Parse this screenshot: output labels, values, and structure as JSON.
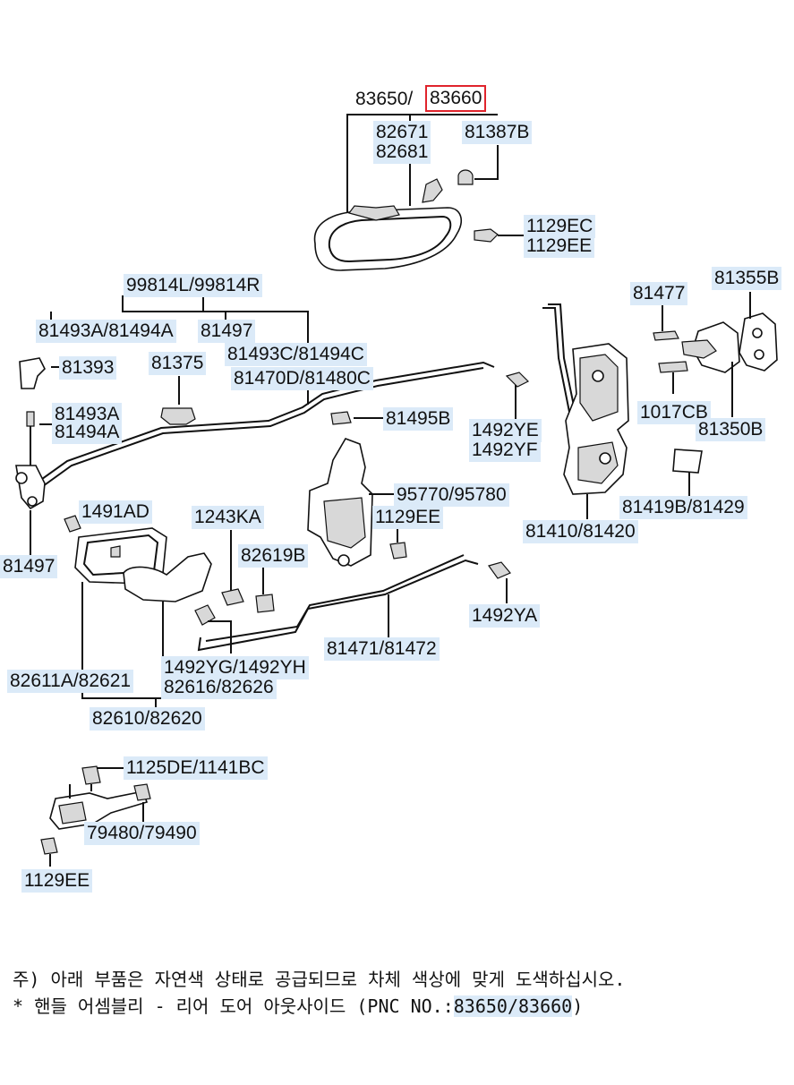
{
  "diagram": {
    "part_labels": {
      "p83650": "83650/",
      "p83660": "83660",
      "p82671": "82671",
      "p82681": "82681",
      "p81387b": "81387B",
      "p1129ec": "1129EC",
      "p1129ee_top": "1129EE",
      "p99814": "99814L/99814R",
      "p81493a81494a": "81493A/81494A",
      "p81497_top": "81497",
      "p81493c": "81493C/81494C",
      "p81470d": "81470D/81480C",
      "p81393": "81393",
      "p81375": "81375",
      "p81493a": "81493A",
      "p81494a": "81494A",
      "p81495b": "81495B",
      "p1492ye": "1492YE",
      "p1492yf": "1492YF",
      "p81477": "81477",
      "p81355b": "81355B",
      "p1017cb": "1017CB",
      "p81350b": "81350B",
      "p81419b": "81419B/81429",
      "p81410": "81410/81420",
      "p95770": "95770/95780",
      "p1129ee_mid": "1129EE",
      "p1491ad": "1491AD",
      "p1243ka": "1243KA",
      "p82619b": "82619B",
      "p81497_left": "81497",
      "p1492ya": "1492YA",
      "p81471": "81471/81472",
      "p1492yg": "1492YG/1492YH",
      "p82616": "82616/82626",
      "p82611a": "82611A/82621",
      "p82610": "82610/82620",
      "p1125de": "1125DE/1141BC",
      "p79480": "79480/79490",
      "p1129ee_bot": "1129EE"
    },
    "notes": {
      "line1": "주) 아래 부품은 자연색 상태로 공급되므로 차체 색상에 맞게 도색하십시오.",
      "line2_prefix": " * 핸들 어셈블리 - 리어 도어 아웃사이드 (PNC NO.:",
      "line2_pnc": "83650/83660",
      "line2_suffix": ")"
    },
    "highlight_color": "#e0242c",
    "label_bg_color": "#dbeaf8"
  }
}
